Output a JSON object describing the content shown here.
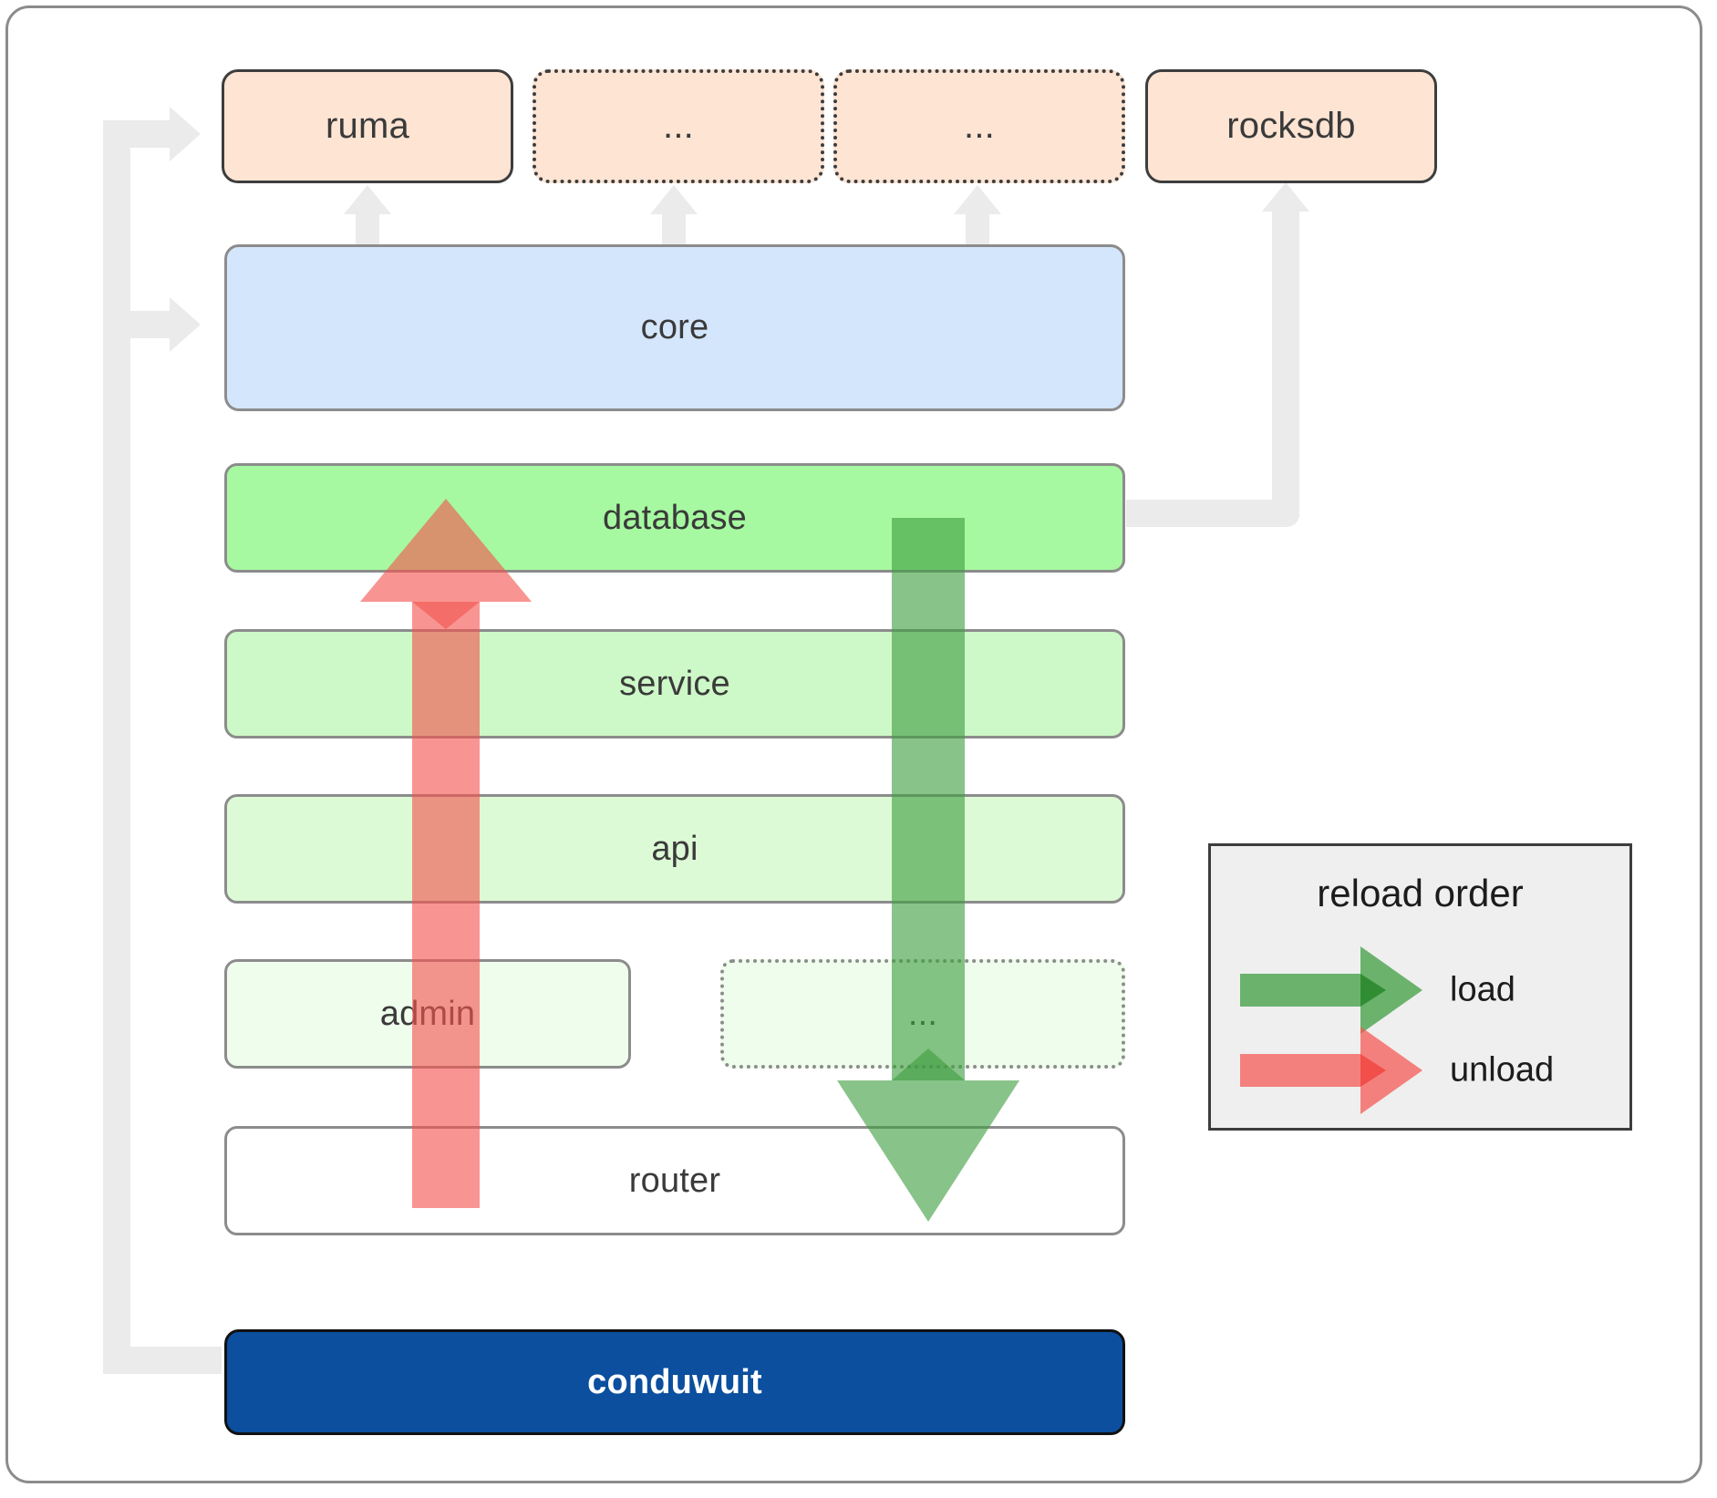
{
  "diagram": {
    "title": "conduwuit crate layering / reload order",
    "frame": {
      "border_color": "#8c8c8c"
    },
    "dependencies": [
      {
        "name": "ruma",
        "label": "ruma",
        "style": "solid",
        "fill": "#fde4d3"
      },
      {
        "name": "etc-1",
        "label": "...",
        "style": "dotted",
        "fill": "#fde4d3"
      },
      {
        "name": "etc-2",
        "label": "...",
        "style": "dotted",
        "fill": "#fde4d3"
      },
      {
        "name": "rocksdb",
        "label": "rocksdb",
        "style": "solid",
        "fill": "#fde4d3"
      }
    ],
    "layers": [
      {
        "name": "core",
        "label": "core",
        "fill": "#d4e6fb",
        "style": "solid"
      },
      {
        "name": "database",
        "label": "database",
        "fill": "#a6f9a0",
        "style": "solid"
      },
      {
        "name": "service",
        "label": "service",
        "fill": "#cdf8c7",
        "style": "solid"
      },
      {
        "name": "api",
        "label": "api",
        "fill": "#ddfad6",
        "style": "solid"
      },
      {
        "name": "admin",
        "label": "admin",
        "fill": "#effdec",
        "style": "solid"
      },
      {
        "name": "etc-3",
        "label": "...",
        "fill": "#effdec",
        "style": "dotted"
      },
      {
        "name": "router",
        "label": "router",
        "fill": "#ffffff",
        "style": "solid"
      }
    ],
    "application": {
      "label": "conduwuit",
      "fill": "#0b4f9e",
      "text_color": "#ffffff"
    },
    "legend": {
      "title": "reload order",
      "items": [
        {
          "label": "load",
          "color": "#4caf50"
        },
        {
          "label": "unload",
          "color": "#f8827e"
        }
      ]
    },
    "connector_color": "#ebebeb"
  }
}
